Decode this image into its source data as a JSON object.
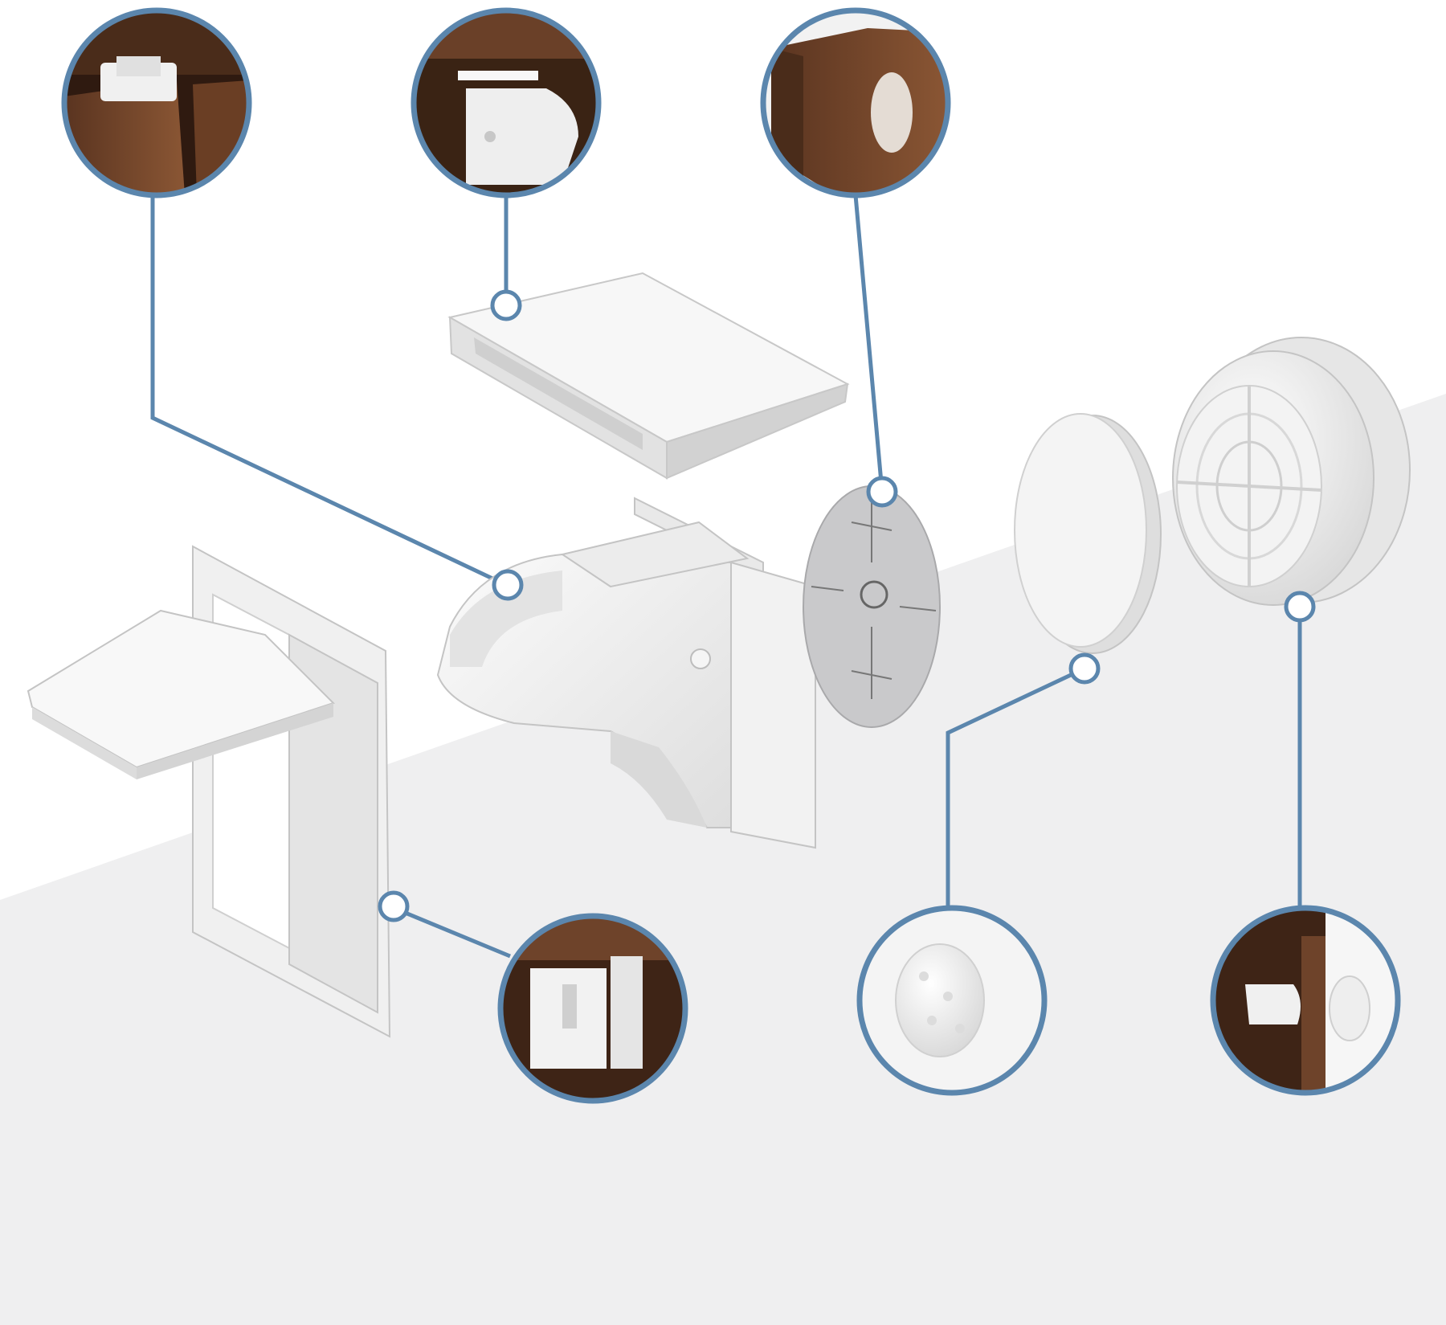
{
  "colors": {
    "background_light": "#ffffff",
    "background_floor": "#efeff0",
    "callout_ring": "#5b86ad",
    "callout_fill": "#ffffff",
    "wood_dark": "#4a2c1a",
    "wood_mid": "#7a4a2c",
    "wood_light": "#9a6642",
    "plastic_white": "#f3f3f3",
    "plastic_shadow": "#d9d9d9",
    "plastic_edge": "#bfbfbf",
    "sticker_grey": "#c9c9cb"
  },
  "parts": [
    {
      "name": "part-adhesive-strip",
      "icon": "adhesive-pad-icon"
    },
    {
      "name": "part-magnetic-lock-body",
      "icon": "lock-mechanism-icon"
    },
    {
      "name": "part-mounting-bracket",
      "icon": "bracket-frame-icon"
    },
    {
      "name": "part-positioning-sticker",
      "icon": "target-sticker-icon"
    },
    {
      "name": "part-adhesive-disc",
      "icon": "adhesive-disc-icon"
    },
    {
      "name": "part-magnetic-key",
      "icon": "magnetic-key-icon"
    }
  ],
  "callouts": [
    {
      "name": "callout-lock-in-drawer",
      "icon": "drawer-lock-photo-icon"
    },
    {
      "name": "callout-latch-side-view",
      "icon": "latch-side-photo-icon"
    },
    {
      "name": "callout-sticker-on-door",
      "icon": "sticker-on-door-photo-icon"
    },
    {
      "name": "callout-bracket-installed",
      "icon": "bracket-installed-photo-icon"
    },
    {
      "name": "callout-key-closeup",
      "icon": "key-closeup-photo-icon"
    },
    {
      "name": "callout-key-unlocking",
      "icon": "key-unlocking-photo-icon"
    }
  ]
}
